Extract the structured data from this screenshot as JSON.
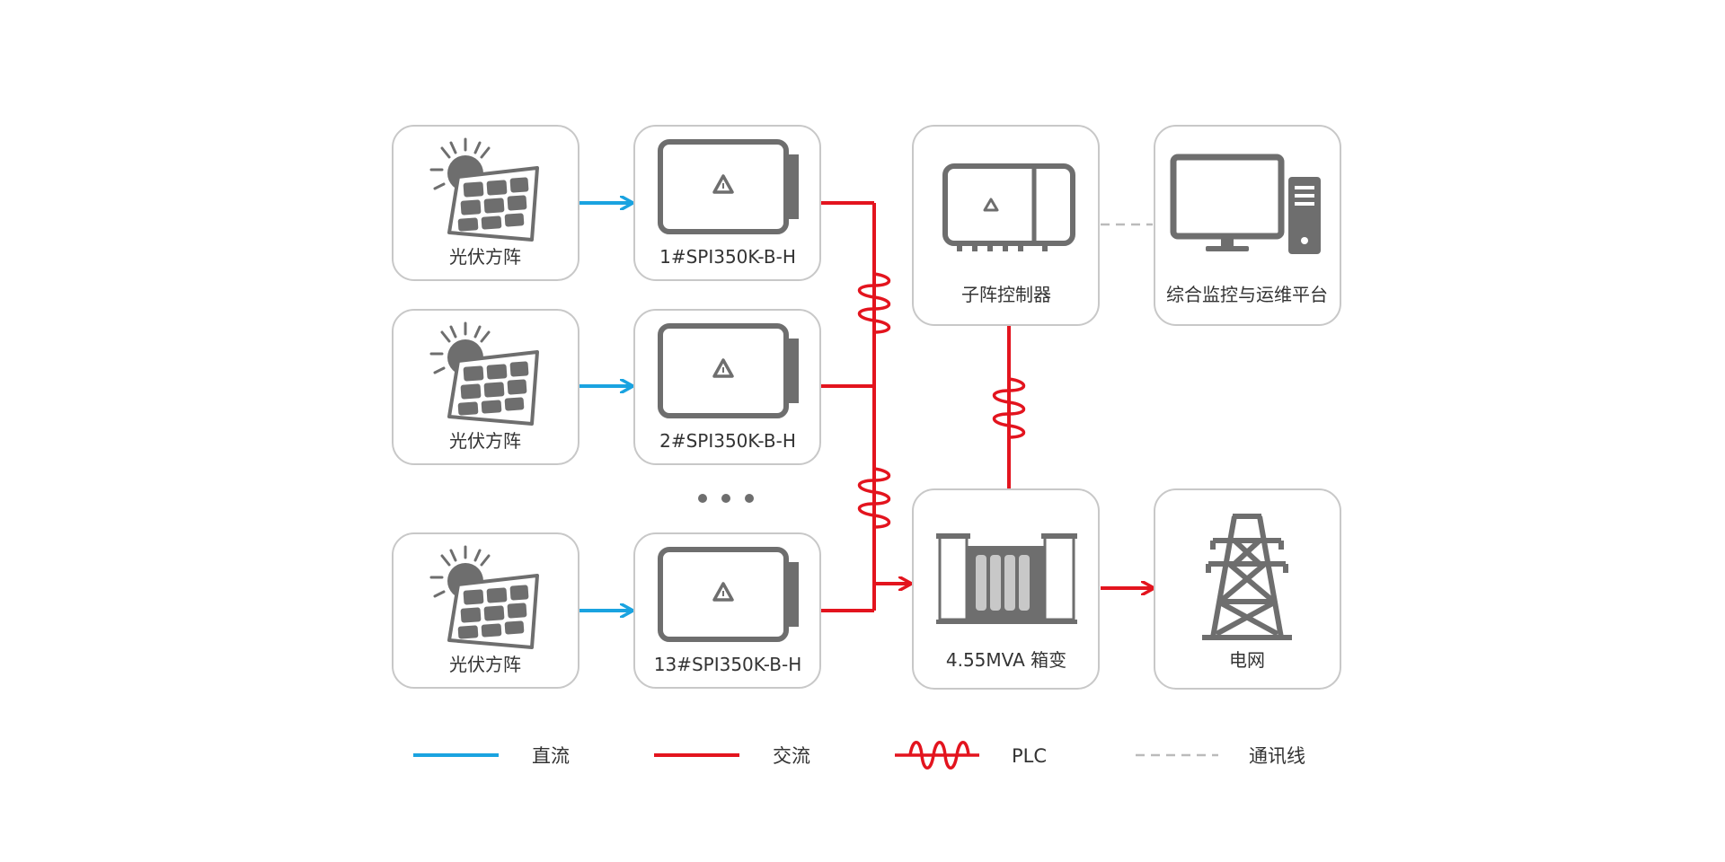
{
  "nodes": {
    "pv_array_1": "光伏方阵",
    "pv_array_2": "光伏方阵",
    "pv_array_3": "光伏方阵",
    "inverter_1": "1#SPI350K-B-H",
    "inverter_2": "2#SPI350K-B-H",
    "inverter_3": "13#SPI350K-B-H",
    "controller": "子阵控制器",
    "monitoring": "综合监控与运维平台",
    "transformer": "4.55MVA 箱变",
    "grid": "电网"
  },
  "legend": {
    "dc": "直流",
    "ac": "交流",
    "plc": "PLC",
    "comm": "通讯线"
  },
  "colors": {
    "dc": "#1aa3e0",
    "ac": "#e3141e",
    "comm": "#bbbbbb",
    "border": "#c8c8c8",
    "icon": "#6e6e6e"
  }
}
